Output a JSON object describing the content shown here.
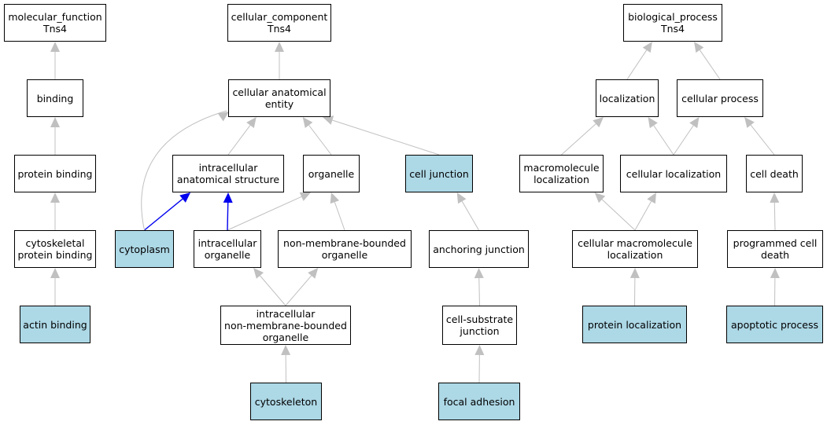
{
  "colors": {
    "highlight": "#add8e6",
    "edge": "#c0c0c0",
    "edge_emphasis": "#0000ee"
  },
  "nodes": {
    "mf_root": {
      "label": "molecular_function\nTns4",
      "highlight": false
    },
    "binding": {
      "label": "binding",
      "highlight": false
    },
    "protein_binding": {
      "label": "protein binding",
      "highlight": false
    },
    "cytoskeletal_protein_binding": {
      "label": "cytoskeletal\nprotein binding",
      "highlight": false
    },
    "actin_binding": {
      "label": "actin binding",
      "highlight": true
    },
    "cc_root": {
      "label": "cellular_component\nTns4",
      "highlight": false
    },
    "cellular_anatomical_entity": {
      "label": "cellular anatomical\nentity",
      "highlight": false
    },
    "intracellular_anatomical_structure": {
      "label": "intracellular\nanatomical structure",
      "highlight": false
    },
    "organelle": {
      "label": "organelle",
      "highlight": false
    },
    "cell_junction": {
      "label": "cell junction",
      "highlight": true
    },
    "cytoplasm": {
      "label": "cytoplasm",
      "highlight": true
    },
    "intracellular_organelle": {
      "label": "intracellular\norganelle",
      "highlight": false
    },
    "non_membrane_bounded_organelle": {
      "label": "non-membrane-bounded\norganelle",
      "highlight": false
    },
    "anchoring_junction": {
      "label": "anchoring junction",
      "highlight": false
    },
    "intracellular_nmbo": {
      "label": "intracellular\nnon-membrane-bounded\norganelle",
      "highlight": false
    },
    "cell_substrate_junction": {
      "label": "cell-substrate\njunction",
      "highlight": false
    },
    "cytoskeleton": {
      "label": "cytoskeleton",
      "highlight": true
    },
    "focal_adhesion": {
      "label": "focal adhesion",
      "highlight": true
    },
    "bp_root": {
      "label": "biological_process\nTns4",
      "highlight": false
    },
    "localization": {
      "label": "localization",
      "highlight": false
    },
    "cellular_process": {
      "label": "cellular process",
      "highlight": false
    },
    "macromolecule_localization": {
      "label": "macromolecule\nlocalization",
      "highlight": false
    },
    "cellular_localization": {
      "label": "cellular localization",
      "highlight": false
    },
    "cell_death": {
      "label": "cell death",
      "highlight": false
    },
    "cellular_macromolecule_localization": {
      "label": "cellular macromolecule\nlocalization",
      "highlight": false
    },
    "programmed_cell_death": {
      "label": "programmed cell\ndeath",
      "highlight": false
    },
    "protein_localization": {
      "label": "protein localization",
      "highlight": true
    },
    "apoptotic_process": {
      "label": "apoptotic process",
      "highlight": true
    }
  },
  "edges": [
    {
      "from": "binding",
      "to": "mf_root",
      "emphasis": false
    },
    {
      "from": "protein_binding",
      "to": "binding",
      "emphasis": false
    },
    {
      "from": "cytoskeletal_protein_binding",
      "to": "protein_binding",
      "emphasis": false
    },
    {
      "from": "actin_binding",
      "to": "cytoskeletal_protein_binding",
      "emphasis": false
    },
    {
      "from": "cellular_anatomical_entity",
      "to": "cc_root",
      "emphasis": false
    },
    {
      "from": "intracellular_anatomical_structure",
      "to": "cellular_anatomical_entity",
      "emphasis": false
    },
    {
      "from": "organelle",
      "to": "cellular_anatomical_entity",
      "emphasis": false
    },
    {
      "from": "cell_junction",
      "to": "cellular_anatomical_entity",
      "emphasis": false
    },
    {
      "from": "cytoplasm",
      "to": "cellular_anatomical_entity",
      "emphasis": false
    },
    {
      "from": "cytoplasm",
      "to": "intracellular_anatomical_structure",
      "emphasis": true
    },
    {
      "from": "intracellular_organelle",
      "to": "intracellular_anatomical_structure",
      "emphasis": true
    },
    {
      "from": "intracellular_organelle",
      "to": "organelle",
      "emphasis": false
    },
    {
      "from": "non_membrane_bounded_organelle",
      "to": "organelle",
      "emphasis": false
    },
    {
      "from": "anchoring_junction",
      "to": "cell_junction",
      "emphasis": false
    },
    {
      "from": "intracellular_nmbo",
      "to": "intracellular_organelle",
      "emphasis": false
    },
    {
      "from": "intracellular_nmbo",
      "to": "non_membrane_bounded_organelle",
      "emphasis": false
    },
    {
      "from": "cell_substrate_junction",
      "to": "anchoring_junction",
      "emphasis": false
    },
    {
      "from": "cytoskeleton",
      "to": "intracellular_nmbo",
      "emphasis": false
    },
    {
      "from": "focal_adhesion",
      "to": "cell_substrate_junction",
      "emphasis": false
    },
    {
      "from": "localization",
      "to": "bp_root",
      "emphasis": false
    },
    {
      "from": "cellular_process",
      "to": "bp_root",
      "emphasis": false
    },
    {
      "from": "macromolecule_localization",
      "to": "localization",
      "emphasis": false
    },
    {
      "from": "cellular_localization",
      "to": "localization",
      "emphasis": false
    },
    {
      "from": "cellular_localization",
      "to": "cellular_process",
      "emphasis": false
    },
    {
      "from": "cell_death",
      "to": "cellular_process",
      "emphasis": false
    },
    {
      "from": "cellular_macromolecule_localization",
      "to": "macromolecule_localization",
      "emphasis": false
    },
    {
      "from": "cellular_macromolecule_localization",
      "to": "cellular_localization",
      "emphasis": false
    },
    {
      "from": "programmed_cell_death",
      "to": "cell_death",
      "emphasis": false
    },
    {
      "from": "protein_localization",
      "to": "cellular_macromolecule_localization",
      "emphasis": false
    },
    {
      "from": "apoptotic_process",
      "to": "programmed_cell_death",
      "emphasis": false
    }
  ]
}
